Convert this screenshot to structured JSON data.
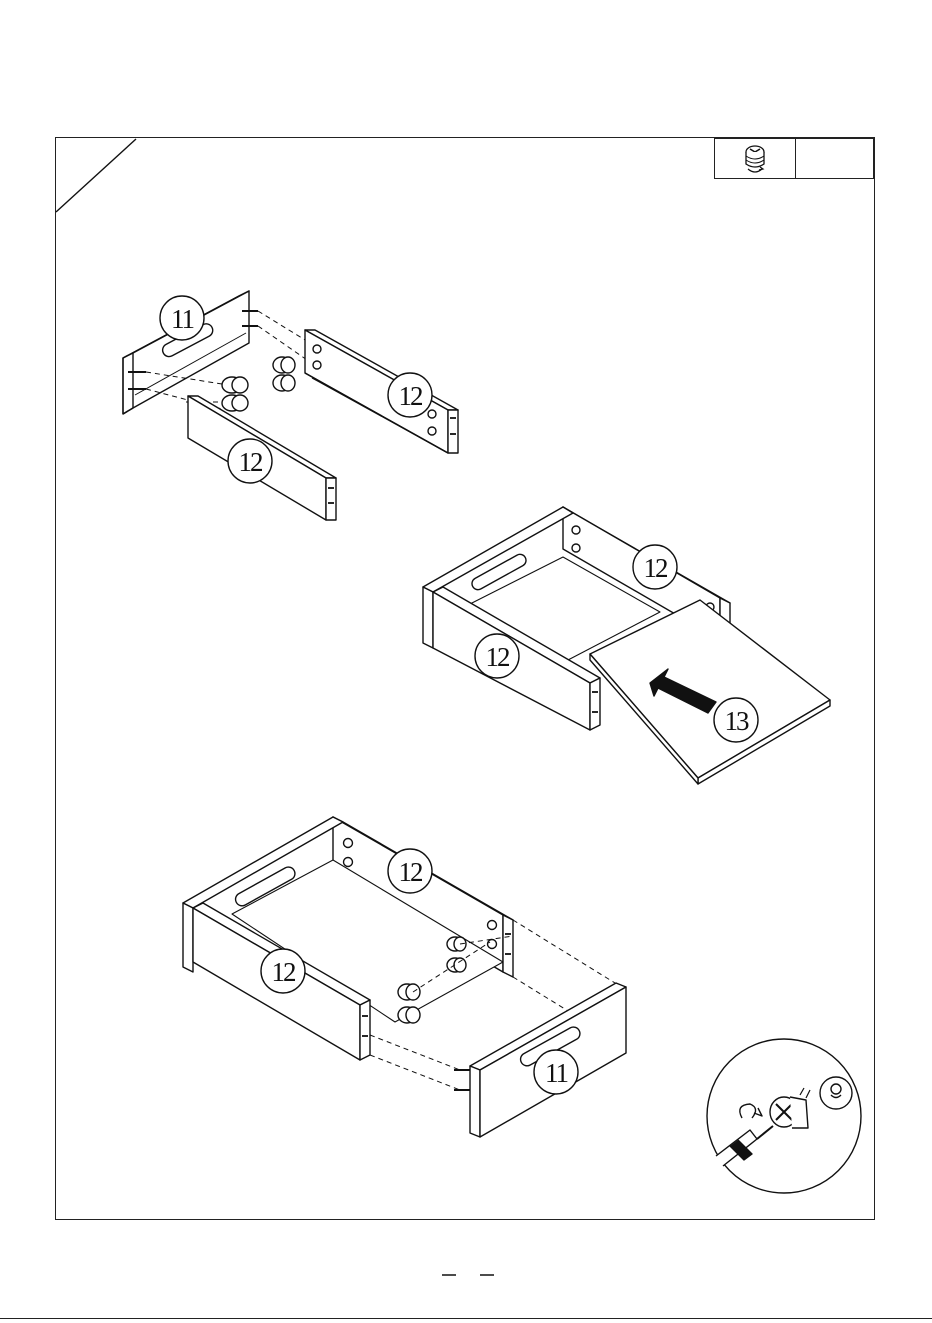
{
  "callouts": {
    "step1_left_panel": "11",
    "step1_right_panel": "12",
    "step1_front_panel": "12",
    "step2_back_panel": "12",
    "step2_front_panel": "12",
    "step2_bottom_board": "13",
    "step3_back_panel": "12",
    "step3_front_panel": "12",
    "step3_drawer_front": "11"
  },
  "parts_box": {
    "icon": "cam-lock-icon",
    "quantity": ""
  },
  "colors": {
    "line": "#111111",
    "background": "#ffffff"
  }
}
